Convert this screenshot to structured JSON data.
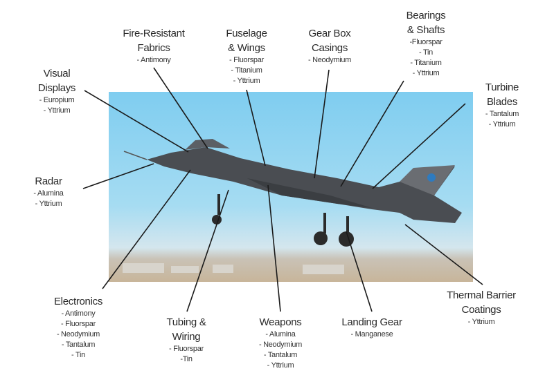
{
  "callouts": [
    {
      "id": "visual-displays",
      "title": [
        "Visual",
        "Displays"
      ],
      "items": [
        "- Europium",
        "- Yttrium"
      ]
    },
    {
      "id": "fire-resistant-fabrics",
      "title": [
        "Fire-Resistant",
        "Fabrics"
      ],
      "items": [
        "- Antimony"
      ]
    },
    {
      "id": "fuselage-wings",
      "title": [
        "Fuselage",
        "& Wings"
      ],
      "items": [
        "- Fluorspar",
        "- Titanium",
        "- Yttrium"
      ]
    },
    {
      "id": "gear-box-casings",
      "title": [
        "Gear Box",
        "Casings"
      ],
      "items": [
        "- Neodymium"
      ]
    },
    {
      "id": "bearings-shafts",
      "title": [
        "Bearings",
        "& Shafts"
      ],
      "items": [
        "-Fluorspar",
        "- Tin",
        "- Titanium",
        "- Yttrium"
      ]
    },
    {
      "id": "turbine-blades",
      "title": [
        "Turbine",
        "Blades"
      ],
      "items": [
        "- Tantalum",
        "- Yttrium"
      ]
    },
    {
      "id": "radar",
      "title": [
        "Radar"
      ],
      "items": [
        "- Alumina",
        "- Yttrium"
      ]
    },
    {
      "id": "electronics",
      "title": [
        "Electronics"
      ],
      "items": [
        "- Antimony",
        "- Fluorspar",
        "- Neodymium",
        "- Tantalum",
        "- Tin"
      ]
    },
    {
      "id": "tubing-wiring",
      "title": [
        "Tubing &",
        "Wiring"
      ],
      "items": [
        "- Fluorspar",
        "-Tin"
      ]
    },
    {
      "id": "weapons",
      "title": [
        "Weapons"
      ],
      "items": [
        "- Alumina",
        "- Neodymium",
        "- Tantalum",
        "- Yttrium"
      ]
    },
    {
      "id": "landing-gear",
      "title": [
        "Landing Gear"
      ],
      "items": [
        "- Manganese"
      ]
    },
    {
      "id": "thermal-barrier-coatings",
      "title": [
        "Thermal Barrier",
        "Coatings"
      ],
      "items": [
        "- Yttrium"
      ]
    }
  ],
  "colors": {
    "sky": "#8fd3ee",
    "aircraft": "#4a4d52",
    "ground": "#cbb9a0",
    "line": "#1a1a1a"
  }
}
